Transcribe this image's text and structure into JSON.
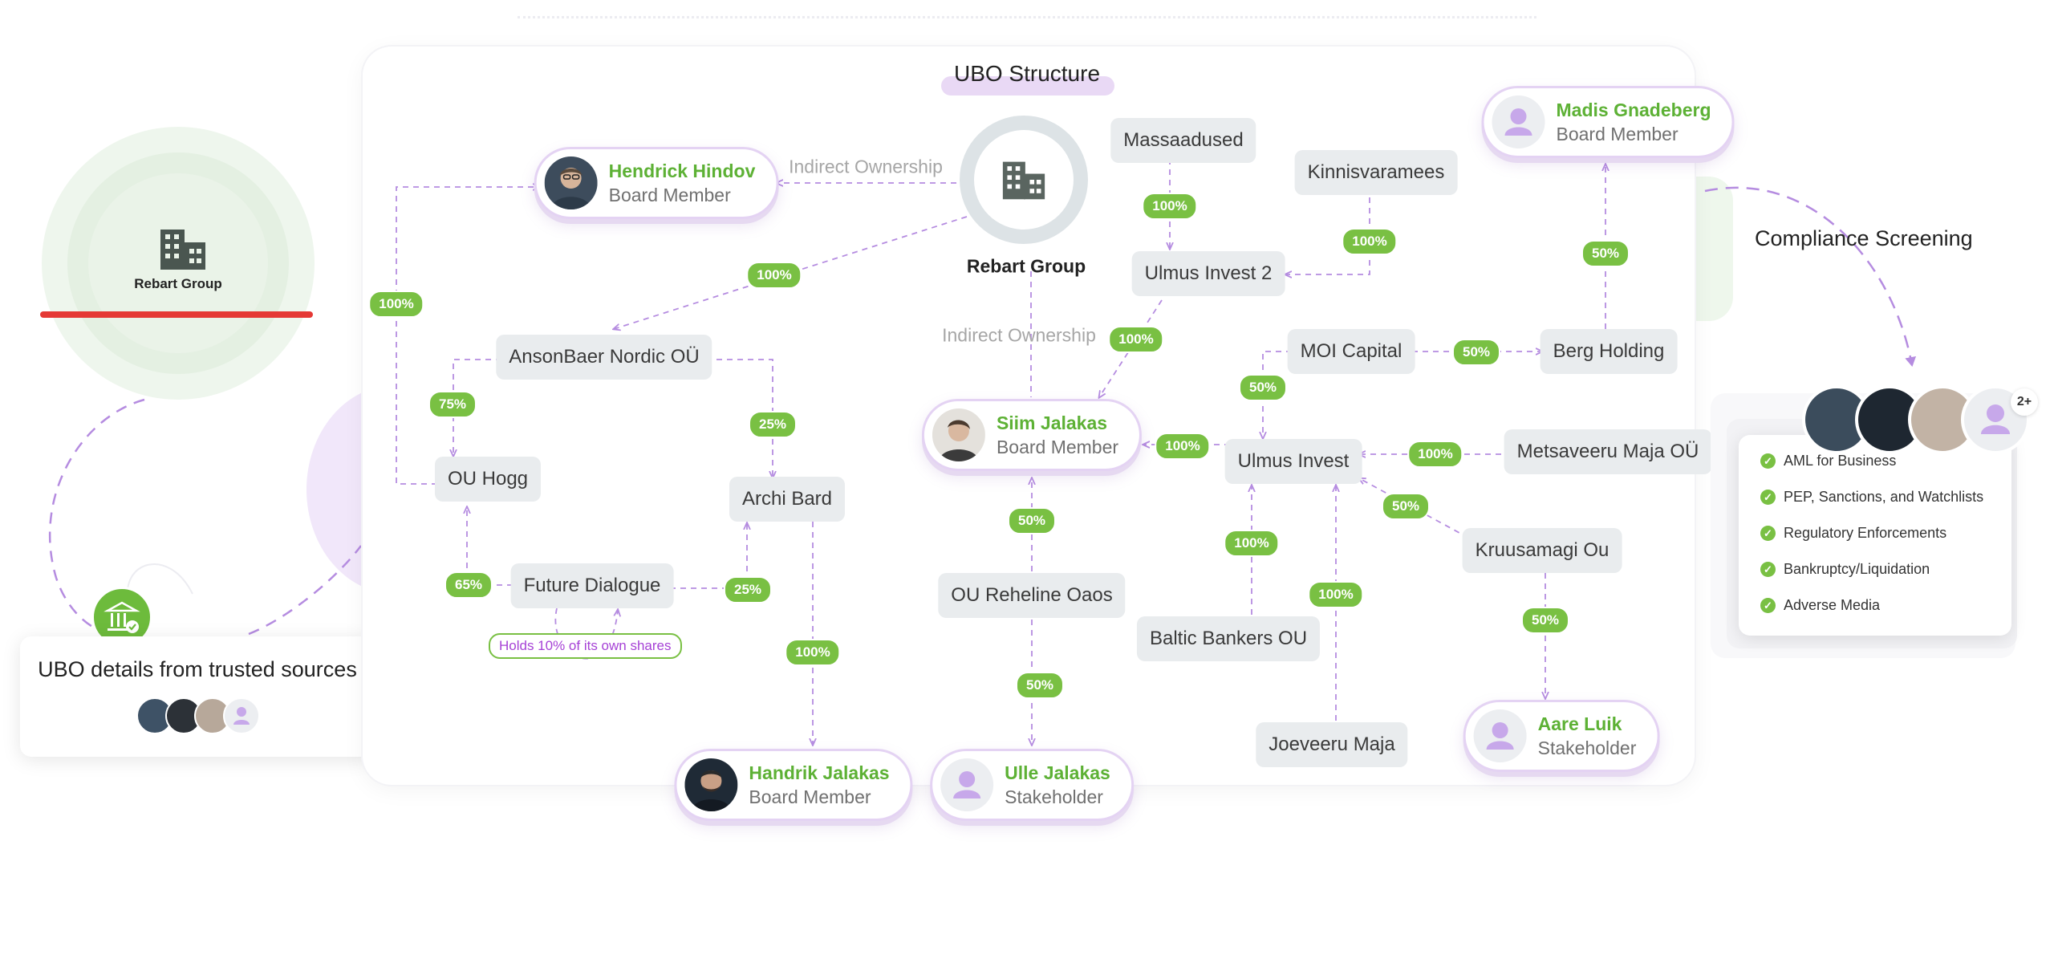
{
  "title": "UBO Structure",
  "rebart_card": {
    "label": "Rebart Group"
  },
  "ubo_card": {
    "label": "UBO details from trusted sources"
  },
  "center": {
    "label": "Rebart Group"
  },
  "ownership_labels": {
    "top": "Indirect Ownership",
    "middle": "Indirect Ownership"
  },
  "companies": {
    "massaadused": "Massaadused",
    "kinnisvaramees": "Kinnisvaramees",
    "ulmus_invest_2": "Ulmus Invest 2",
    "ansonbaer": "AnsonBaer Nordic OÜ",
    "moi_capital": "MOI Capital",
    "berg_holding": "Berg Holding",
    "ou_hogg": "OU Hogg",
    "archi_bard": "Archi Bard",
    "ulmus_invest": "Ulmus Invest",
    "metsaveeru": "Metsaveeru Maja OÜ",
    "future_dialogue": "Future Dialogue",
    "kruusamagi": "Kruusamagi Ou",
    "ou_reheline": "OU Reheline Oaos",
    "baltic_bankers": "Baltic Bankers OU",
    "joeveeru": "Joeveeru Maja"
  },
  "people": {
    "hendrick": {
      "name": "Hendrick Hindov",
      "role": "Board Member"
    },
    "madis": {
      "name": "Madis Gnadeberg",
      "role": "Board Member"
    },
    "siim": {
      "name": "Siim Jalakas",
      "role": "Board Member"
    },
    "handrik": {
      "name": "Handrik Jalakas",
      "role": "Board Member"
    },
    "ulle": {
      "name": "Ulle Jalakas",
      "role": "Stakeholder"
    },
    "aare": {
      "name": "Aare Luik",
      "role": "Stakeholder"
    }
  },
  "percentages": {
    "hendrick_left": "100%",
    "center_anson": "100%",
    "massa_ulmus2": "100%",
    "kinnis_ulmus2": "100%",
    "ulmus2_siim": "100%",
    "berg_madis": "50%",
    "moi_berg": "50%",
    "moi_ulmus": "50%",
    "anson_hogg": "75%",
    "anson_archi": "25%",
    "ulmus_siim": "100%",
    "metsa_ulmus": "100%",
    "kruus_ulmus": "50%",
    "baltic_ulmus": "100%",
    "joe_ulmus": "100%",
    "future_hogg": "65%",
    "future_archi": "25%",
    "reheline_siim": "50%",
    "archi_handrik": "100%",
    "kruus_aare": "50%",
    "reheline_ulle": "50%"
  },
  "self_share_note": "Holds 10% of its own shares",
  "compliance": {
    "title": "Compliance Screening",
    "more_badge": "2+",
    "items": [
      "AML for Business",
      "PEP, Sanctions, and Watchlists",
      "Regulatory Enforcements",
      "Bankruptcy/Liquidation",
      "Adverse Media"
    ]
  },
  "colors": {
    "accent_green": "#79c043",
    "name_green": "#5db135",
    "purple": "#b58ce0",
    "alert_red": "#e53935"
  }
}
